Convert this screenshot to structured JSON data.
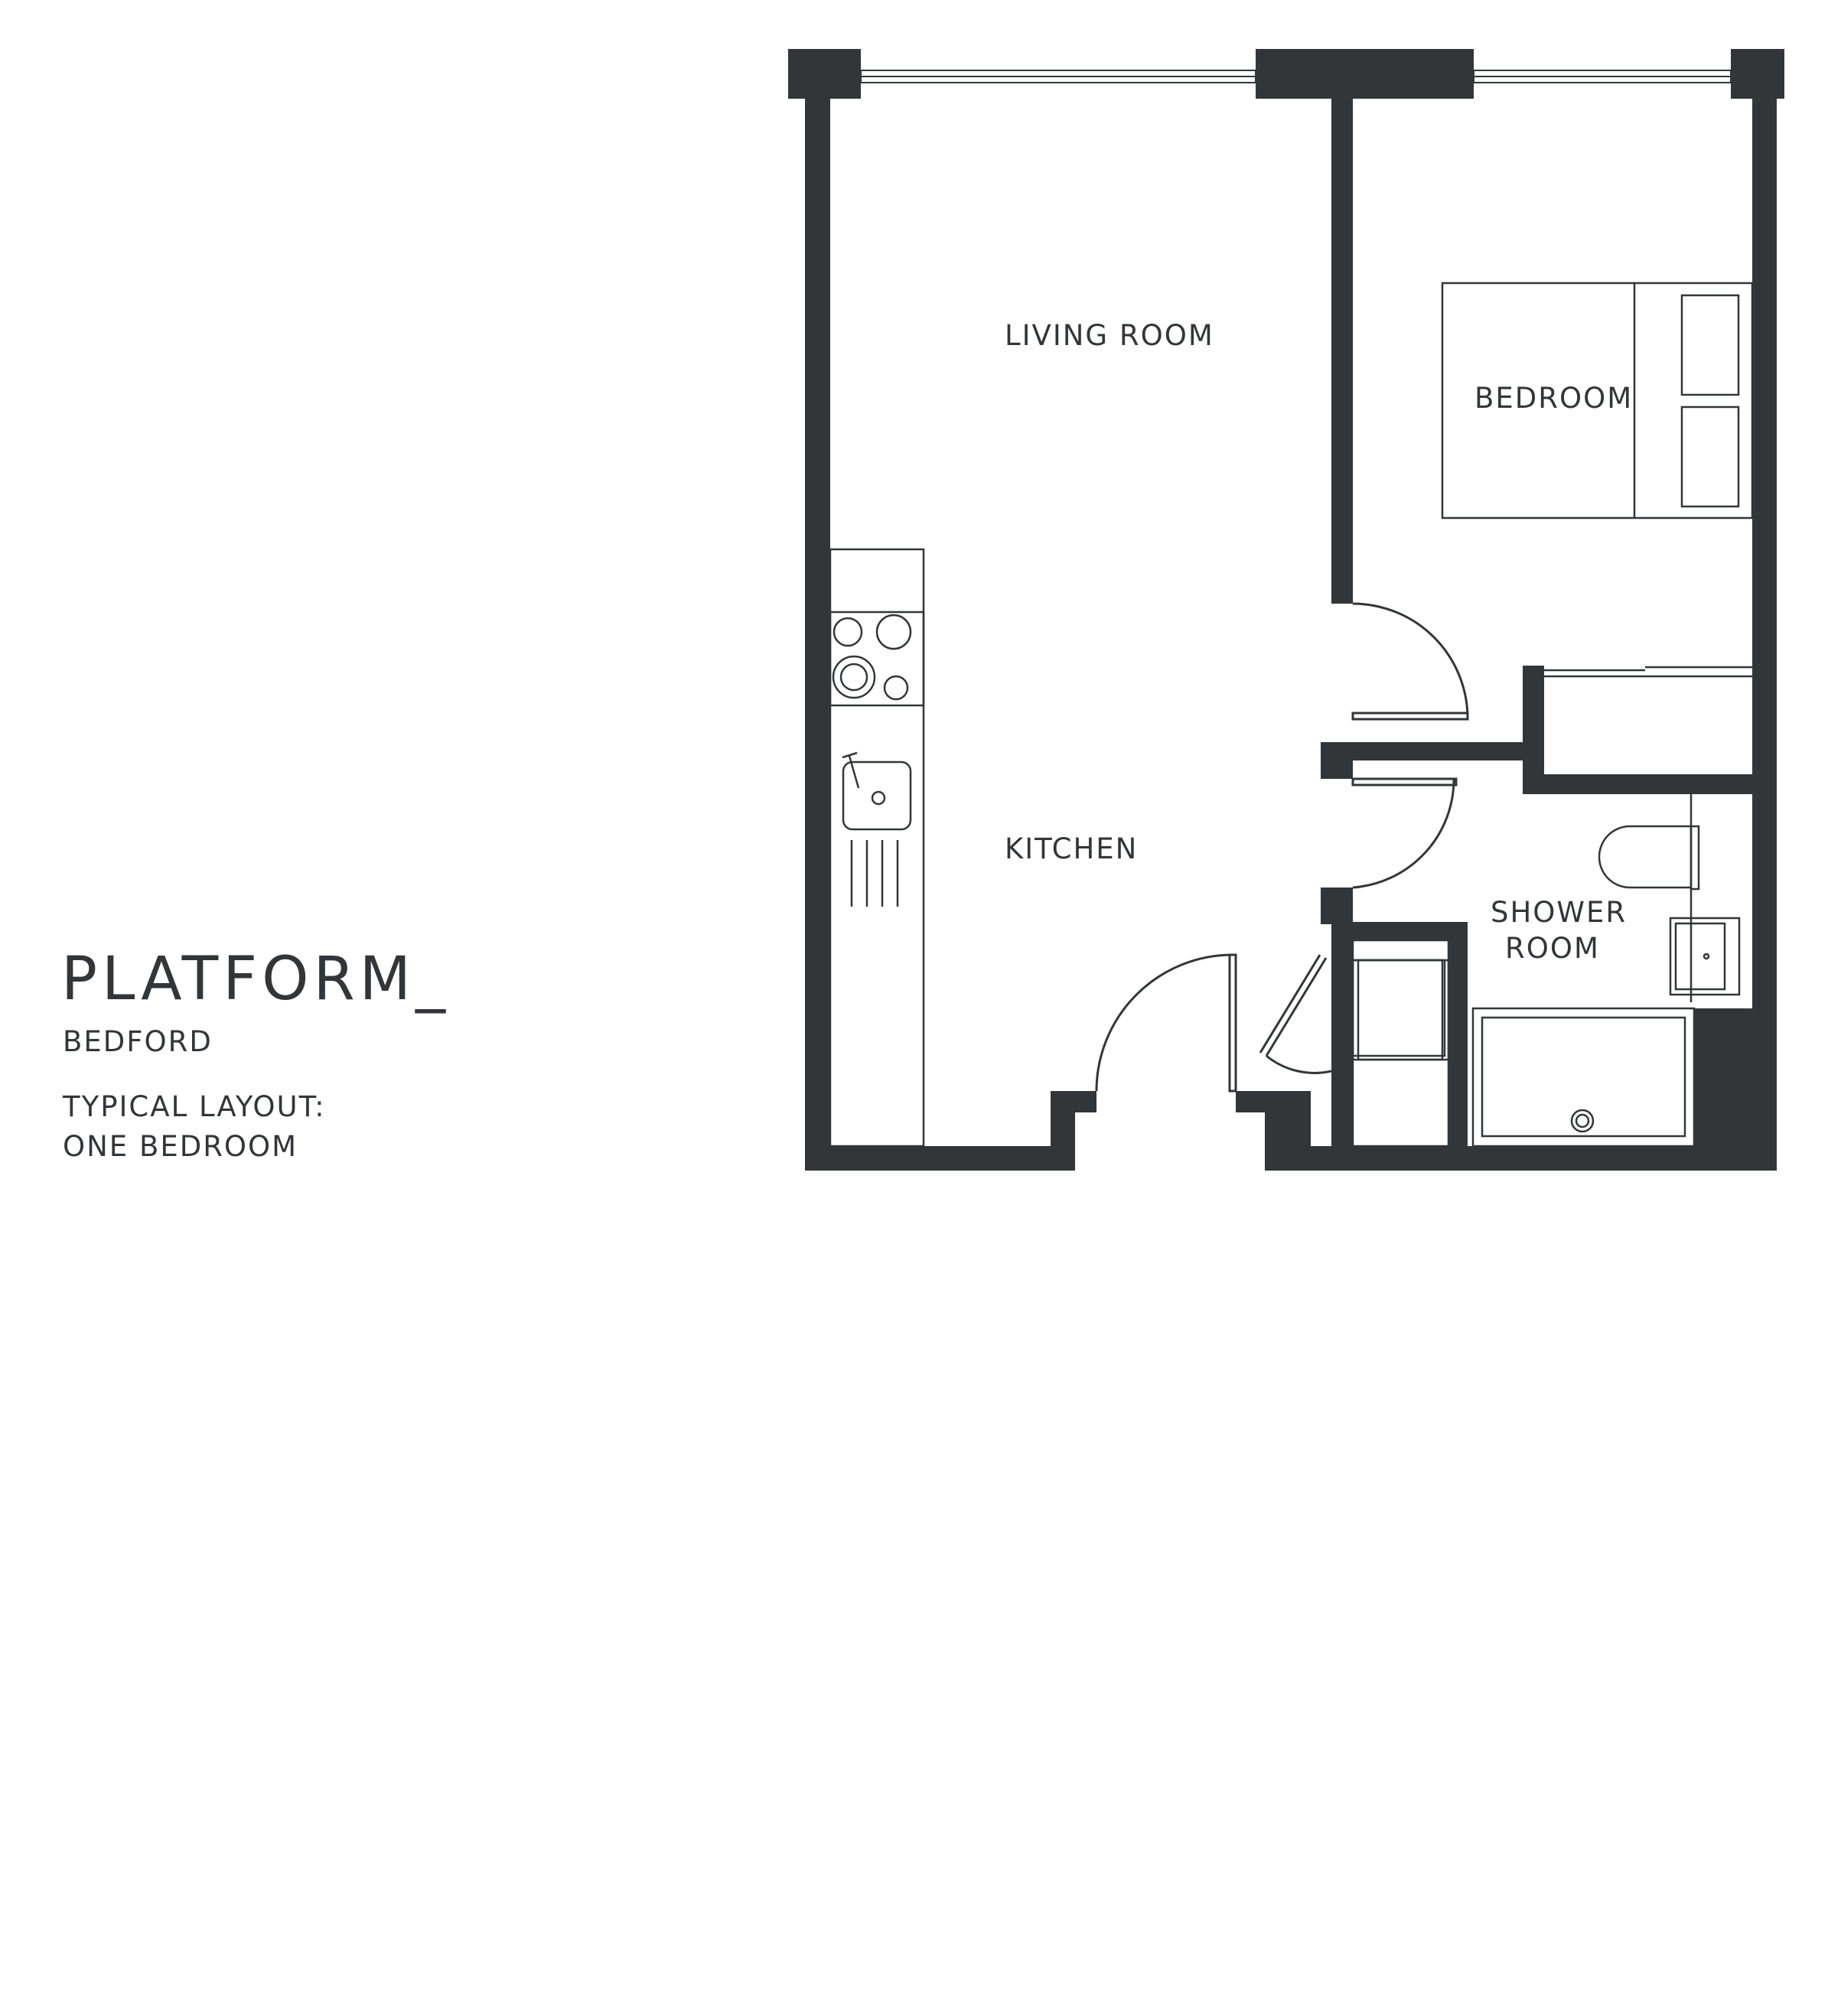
{
  "brand": {
    "logo": "PLATFORM_",
    "location": "BEDFORD",
    "layout_line1": "TYPICAL LAYOUT:",
    "layout_line2": "ONE BEDROOM"
  },
  "rooms": {
    "living_room": "LIVING ROOM",
    "bedroom": "BEDROOM",
    "kitchen": "KITCHEN",
    "shower_room_line1": "SHOWER",
    "shower_room_line2": "ROOM"
  },
  "colors": {
    "wall": "#333639",
    "background": "#ffffff",
    "line": "#333639"
  }
}
